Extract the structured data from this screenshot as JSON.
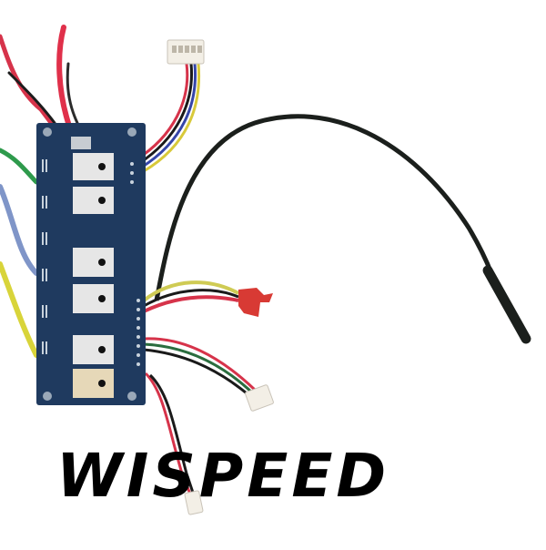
{
  "image": {
    "subject": "Electric scooter motor controller board with wiring harness and temperature sensor cable",
    "background_color": "#ffffff"
  },
  "pcb": {
    "color": "#1f3a5f",
    "mosfet_count": 6,
    "mosfet_color": "#e6e6e6"
  },
  "wires": {
    "left_colors": [
      "#d6334a",
      "#1c1c1c",
      "#2e9a4c",
      "#7f95c8",
      "#d8d43a"
    ],
    "top_connector_pins": 5,
    "red_connector_color": "#d83a34",
    "white_connector_pins": 3
  },
  "sensor_cable": {
    "color": "#1b1f1c"
  },
  "logo": {
    "text": "WISPEED",
    "color": "#111111"
  }
}
